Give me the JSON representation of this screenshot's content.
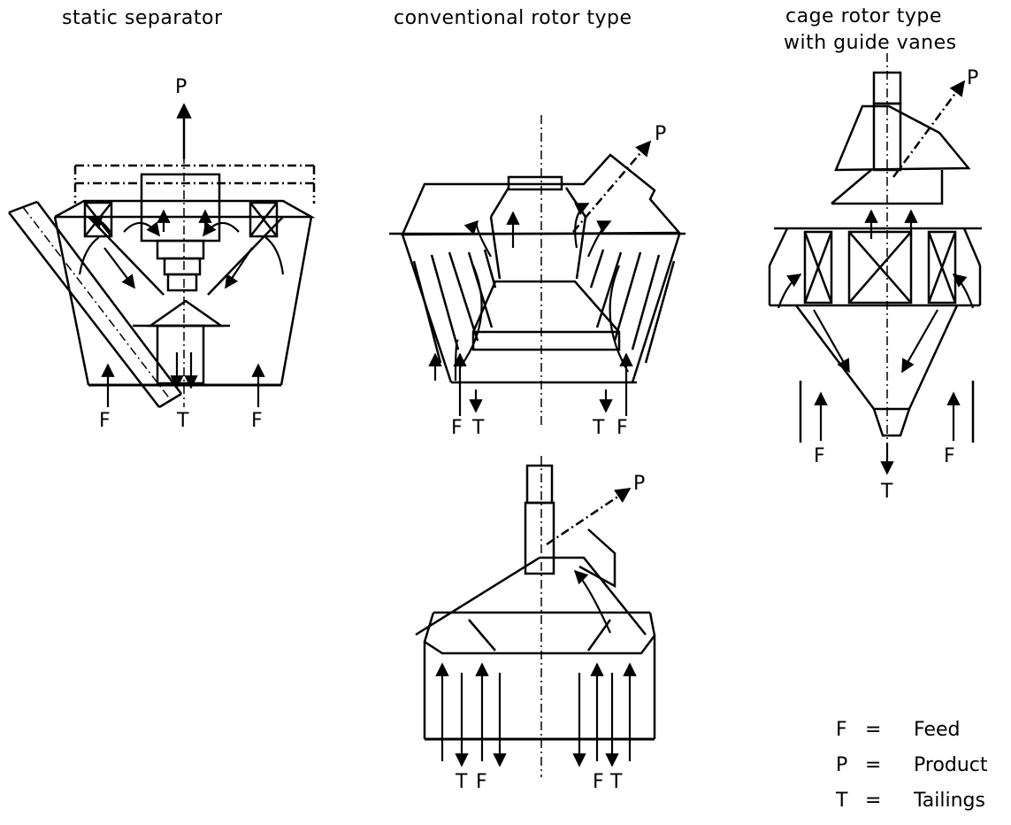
{
  "titles": {
    "static": "static separator",
    "conventional": "conventional rotor type",
    "cage_line1": "cage rotor type",
    "cage_line2": "with guide vanes"
  },
  "flow_labels": {
    "feed": "F",
    "product": "P",
    "tailings": "T"
  },
  "legend": [
    {
      "key": "F",
      "eq": "=",
      "value": "Feed"
    },
    {
      "key": "P",
      "eq": "=",
      "value": "Product"
    },
    {
      "key": "T",
      "eq": "=",
      "value": "Tailings"
    }
  ]
}
